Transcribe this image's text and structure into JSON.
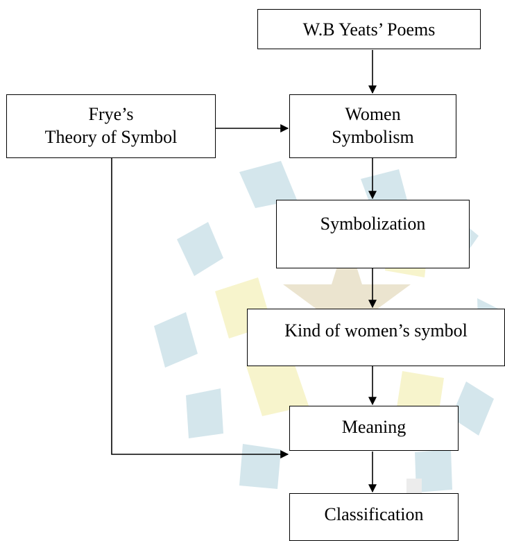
{
  "diagram": {
    "nodes": {
      "title": {
        "label": "W.B Yeats’ Poems"
      },
      "frye": {
        "line1": "Frye’s",
        "line2": "Theory of Symbol"
      },
      "women_symbolism": {
        "line1": "Women",
        "line2": "Symbolism"
      },
      "symbolization": {
        "label": "Symbolization"
      },
      "kind": {
        "label": "Kind of women’s symbol"
      },
      "meaning": {
        "label": "Meaning"
      },
      "classification": {
        "label": "Classification"
      }
    },
    "edges": [
      {
        "from": "title",
        "to": "women_symbolism"
      },
      {
        "from": "frye",
        "to": "women_symbolism"
      },
      {
        "from": "women_symbolism",
        "to": "symbolization"
      },
      {
        "from": "symbolization",
        "to": "kind"
      },
      {
        "from": "kind",
        "to": "meaning"
      },
      {
        "from": "frye",
        "to": "meaning"
      },
      {
        "from": "meaning",
        "to": "classification"
      }
    ]
  },
  "colors": {
    "watermark_blue": "#d4e6ec",
    "watermark_yellow": "#f7f4cc",
    "watermark_tan": "#ebe4cf",
    "line": "#000000"
  },
  "icons": {
    "watermark": "uin-logo-watermark"
  }
}
